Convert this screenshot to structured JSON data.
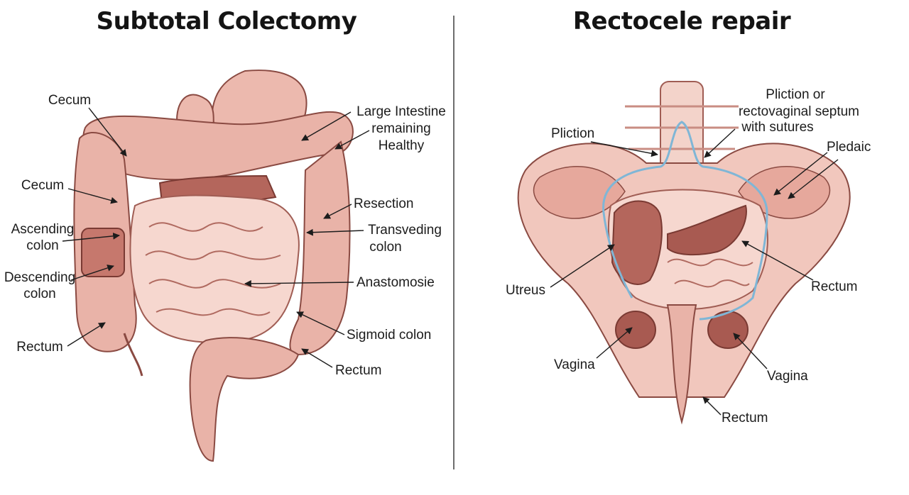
{
  "colors": {
    "tissue": "#e9b3a8",
    "tissue_light": "#f6d7cf",
    "tissue_dark": "#b4665c",
    "outline": "#8a4a42",
    "suture": "#7fb6d6",
    "divider": "#6e6e6e"
  },
  "left_panel": {
    "title": "Subtotal Colectomy",
    "labels": {
      "cecum_top": "Cecum",
      "cecum": "Cecum",
      "ascending_colon_1": "Ascending",
      "ascending_colon_2": "colon",
      "descending_colon_1": "Descending",
      "descending_colon_2": "colon",
      "rectum_left": "Rectum",
      "large_intestine_1": "Large Intestine",
      "large_intestine_2": "remaining",
      "large_intestine_3": "Healthy",
      "resection": "Resection",
      "transveding_1": "Transveding",
      "transveding_2": "colon",
      "anastomosie": "Anastomosie",
      "sigmoid_colon": "Sigmoid colon",
      "rectum_bottom": "Rectum"
    }
  },
  "right_panel": {
    "title": "Rectocele repair",
    "labels": {
      "pliction_or_1": "Pliction or",
      "pliction_or_2": "rectovaginal septum",
      "pliction_or_3": "with sutures",
      "pliction": "Pliction",
      "pledaic": "Pledaic",
      "utreus": "Utreus",
      "rectum_right": "Rectum",
      "vagina_left": "Vagina",
      "vagina_right": "Vagina",
      "rectum_bottom": "Rectum"
    }
  }
}
